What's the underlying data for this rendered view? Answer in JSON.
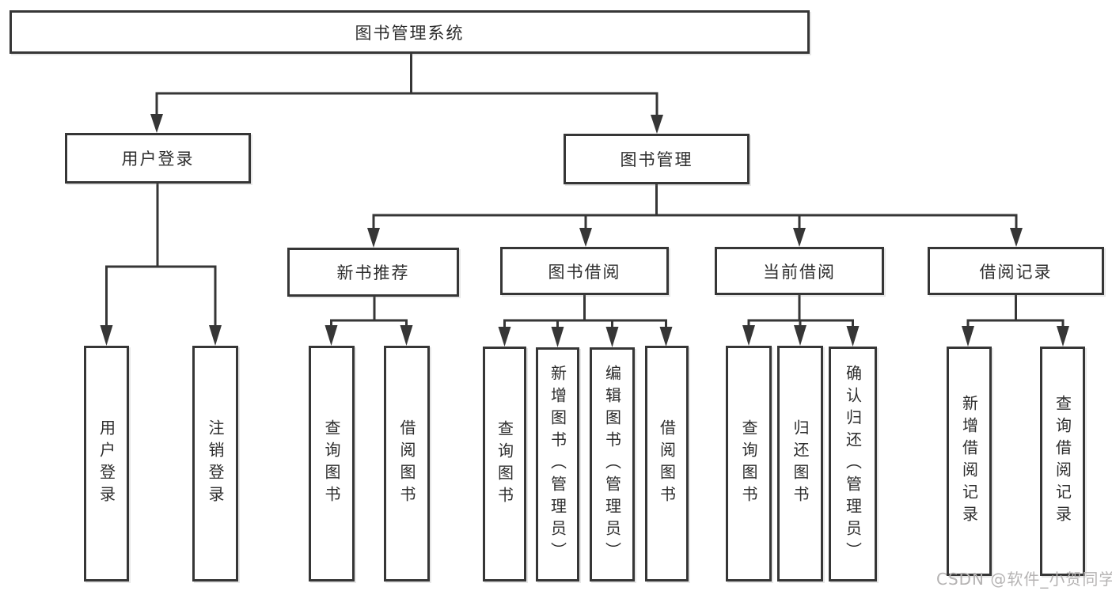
{
  "nodes": {
    "root": "图书管理系统",
    "user_login": "用户登录",
    "book_mgmt": "图书管理",
    "new_books": "新书推荐",
    "book_borrow": "图书借阅",
    "current_borrow": "当前借阅",
    "borrow_records": "借阅记录",
    "leaf_user_login": "用户登录",
    "leaf_logout": "注销登录",
    "leaf_nb_query_book": "查询图书",
    "leaf_nb_borrow_book": "借阅图书",
    "leaf_bb_query_book": "查询图书",
    "leaf_bb_add_book": "新增图书（管理员）",
    "leaf_bb_edit_book": "编辑图书（管理员）",
    "leaf_bb_borrow_book": "借阅图书",
    "leaf_cb_query_book": "查询图书",
    "leaf_cb_return_book": "归还图书",
    "leaf_cb_confirm_return": "确认归还（管理员）",
    "leaf_br_add_record": "新增借阅记录",
    "leaf_br_query_record": "查询借阅记录"
  },
  "watermark": "CSDN @软件_小贺同学",
  "colors": {
    "line": "#363636",
    "text": "#2d2d2d",
    "box_background": "#ffffff",
    "watermark": "#b5b3b3"
  }
}
